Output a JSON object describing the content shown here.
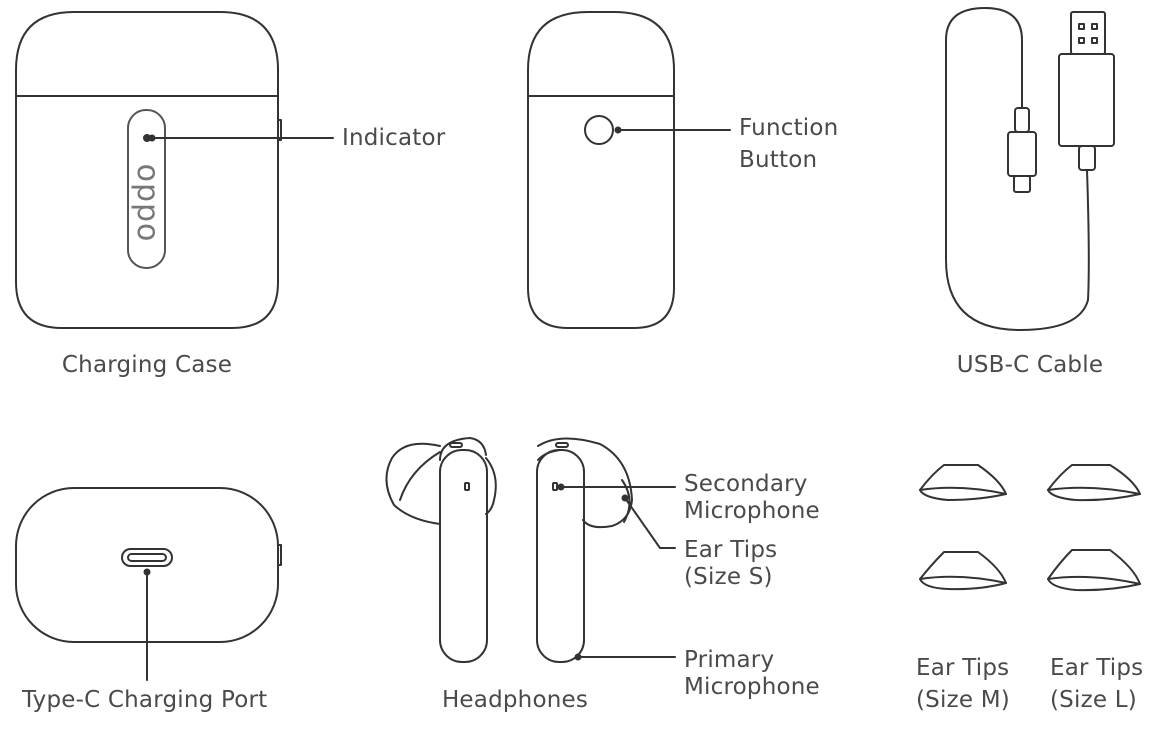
{
  "labels": {
    "indicator": "Indicator",
    "function_button": [
      "Function",
      "Button"
    ],
    "charging_case": "Charging Case",
    "usb_c_cable": "USB-C Cable",
    "type_c_port": "Type-C Charging Port",
    "headphones": "Headphones",
    "secondary_mic": [
      "Secondary",
      "Microphone"
    ],
    "ear_tips_s": [
      "Ear Tips",
      "(Size S)"
    ],
    "primary_mic": [
      "Primary",
      "Microphone"
    ],
    "ear_tips_m": [
      "Ear Tips",
      "(Size M)"
    ],
    "ear_tips_l": [
      "Ear Tips",
      "(Size L)"
    ]
  },
  "brand": {
    "logo_text": "oppo"
  },
  "colors": {
    "line": "#333333",
    "text": "#4a4a4a",
    "logo": "#777777"
  }
}
